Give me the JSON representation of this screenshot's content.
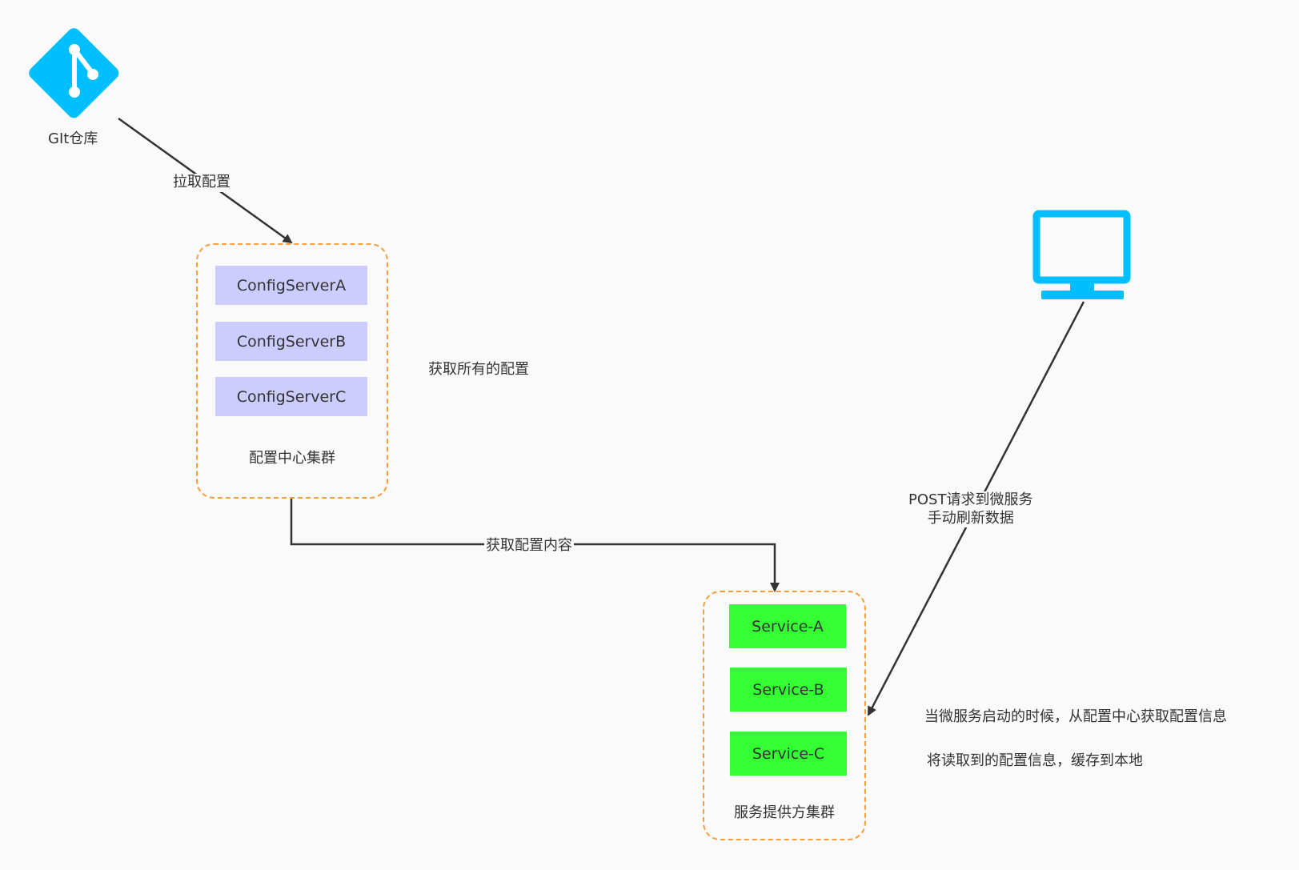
{
  "git": {
    "label": "GIt仓库"
  },
  "config_cluster": {
    "servers": [
      "ConfigServerA",
      "ConfigServerB",
      "ConfigServerC"
    ],
    "label": "配置中心集群"
  },
  "service_cluster": {
    "services": [
      "Service-A",
      "Service-B",
      "Service-C"
    ],
    "label": "服务提供方集群"
  },
  "edges": {
    "pull": "拉取配置",
    "get_content": "获取配置内容",
    "post_line1": "POST请求到微服务",
    "post_line2": "手动刷新数据"
  },
  "notes": {
    "get_all": "获取所有的配置",
    "startup": "当微服务启动的时候，从配置中心获取配置信息",
    "cache": "将读取到的配置信息，缓存到本地"
  },
  "colors": {
    "icon": "#00bfff",
    "config_box": "#ccccff",
    "service_box": "#33ff33",
    "cluster_border": "#f0a040",
    "edge": "#333333"
  }
}
